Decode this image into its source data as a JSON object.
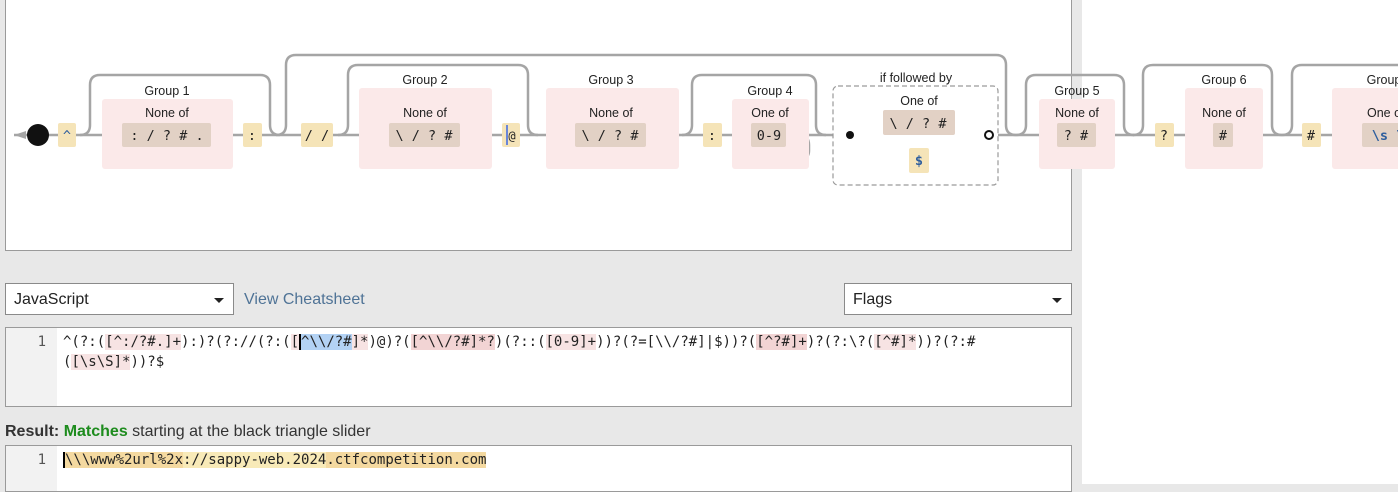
{
  "diagram": {
    "start_anchor": "^",
    "groups": [
      {
        "label": "Group 1",
        "kind": "None of",
        "chars": ": / ? # ."
      },
      {
        "label": "Group 2",
        "kind": "None of",
        "chars": "\\ / ? #"
      },
      {
        "label": "Group 3",
        "kind": "None of",
        "chars": "\\ / ? #"
      },
      {
        "label": "Group 4",
        "kind": "One of",
        "chars": "0-9"
      },
      {
        "label": "Group 5",
        "kind": "None of",
        "chars": "? #"
      },
      {
        "label": "Group 6",
        "kind": "None of",
        "chars": "#"
      },
      {
        "label": "Group",
        "kind": "One o",
        "chars": "\\s \\"
      }
    ],
    "literals": {
      "colon1": ":",
      "slashes": "/ /",
      "at": "@",
      "colon2": ":",
      "question": "?",
      "hash": "#"
    },
    "lookahead": {
      "label": "if followed by",
      "kind": "One of",
      "chars": "\\ / ? #",
      "end": "$"
    }
  },
  "controls": {
    "flavor_select": "JavaScript",
    "cheatsheet_link": "View Cheatsheet",
    "flags_select": "Flags"
  },
  "regex_editor": {
    "line_number": "1",
    "line_number_2": "",
    "line1_parts": [
      "^(?:(",
      "[^:/?#.]+",
      "):)?(?://(?:(",
      "[",
      "^\\\\/?#",
      "]*",
      ")@)?(",
      "[^\\\\/?#]*?",
      ")(?::(",
      "[0-9]+",
      "))?(?=[\\\\/?#]|$))?(",
      "[^?#]+",
      ")?(?:\\?(",
      "[^#]*",
      "))?(?:#"
    ],
    "line2_parts": [
      "(",
      "[\\s\\S]*",
      "))?$"
    ]
  },
  "result": {
    "prefix": "Result:",
    "status": "Matches",
    "suffix": "starting at the black triangle slider"
  },
  "test_editor": {
    "line_number": "1",
    "text_parts": [
      "\\\\\\www%2url%2x",
      "://sappy-web.2024",
      ".ctfcompetition.com"
    ]
  },
  "colors": {
    "literal_fill": "#f5e4b8",
    "group_fill": "#fbe9e9",
    "charset_fill": "#e2d1c5",
    "link": "#4f7396",
    "match_green": "#1e8c1e"
  }
}
